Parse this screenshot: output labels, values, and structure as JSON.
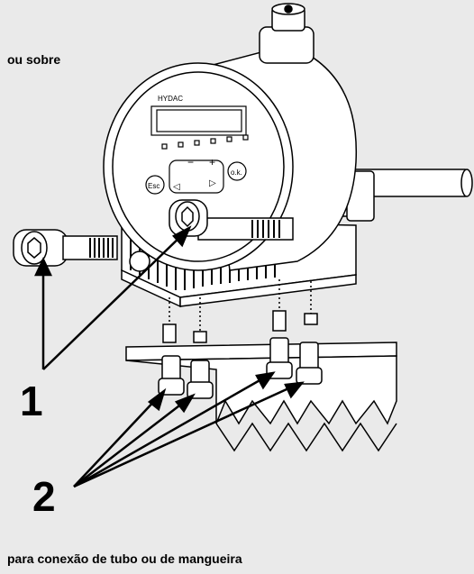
{
  "caption_top": "ou sobre",
  "caption_bottom": "para conexão de tubo ou de mangueira",
  "callouts": {
    "one": "1",
    "two": "2"
  },
  "display": {
    "brand": "HYDAC",
    "keys": {
      "esc": "Esc",
      "ok": "o.k.",
      "plus": "+",
      "minus": "−",
      "left": "◁",
      "right": "▷"
    }
  },
  "colors": {
    "background": "#eaeaea",
    "line": "#000000",
    "device": "#ffffff"
  }
}
